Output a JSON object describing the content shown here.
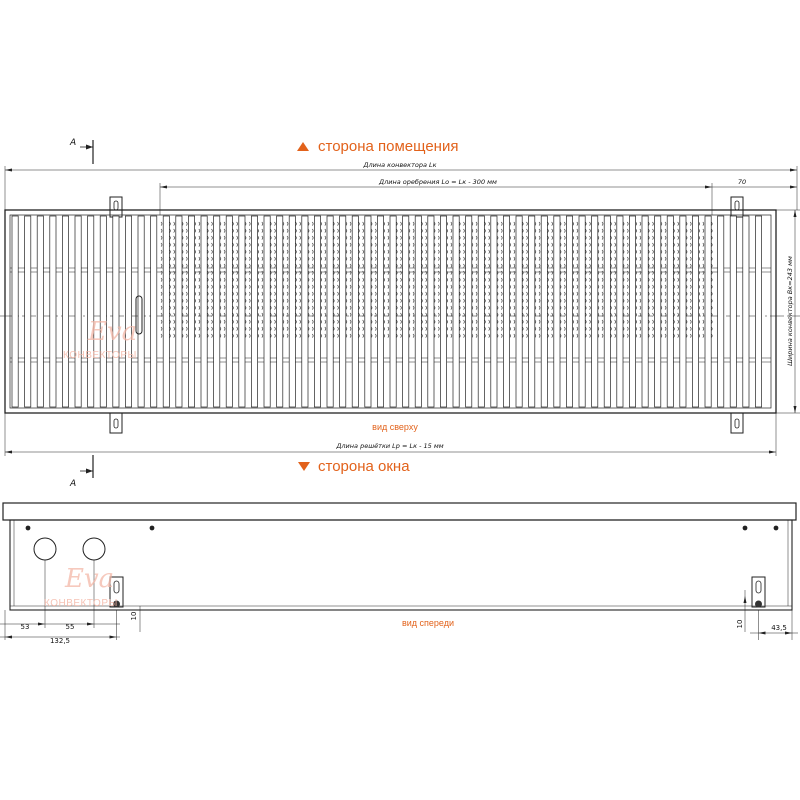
{
  "top_view": {
    "room_side_label": "сторона помещения",
    "window_side_label": "сторона окна",
    "convector_length_label": "Длина конвектора Lк",
    "fin_length_label": "Длина оребрения Lo = Lк - 300 мм",
    "fin_offset_label": "70",
    "width_label": "Ширина конвектора Вк=243 мм",
    "grille_length_label": "Длина решётки Lр = Lк - 15 мм",
    "caption": "вид сверху",
    "section_top_label": "А",
    "section_bottom_label": "А"
  },
  "front_view": {
    "caption": "вид спереди",
    "dim_53": "53",
    "dim_55": "55",
    "dim_132_5": "132,5",
    "dim_10_left": "10",
    "dim_10_right": "10",
    "dim_43_5": "43,5"
  },
  "watermark": {
    "top": {
      "logo": "Eva",
      "brand": "КОНВЕКТОРЫ"
    },
    "bottom": {
      "logo": "Eva",
      "brand": "КОНВЕКТОРЫ"
    }
  },
  "colors": {
    "accent": "#e2621b",
    "line": "#222222",
    "watermark": "#f4b8a8"
  }
}
